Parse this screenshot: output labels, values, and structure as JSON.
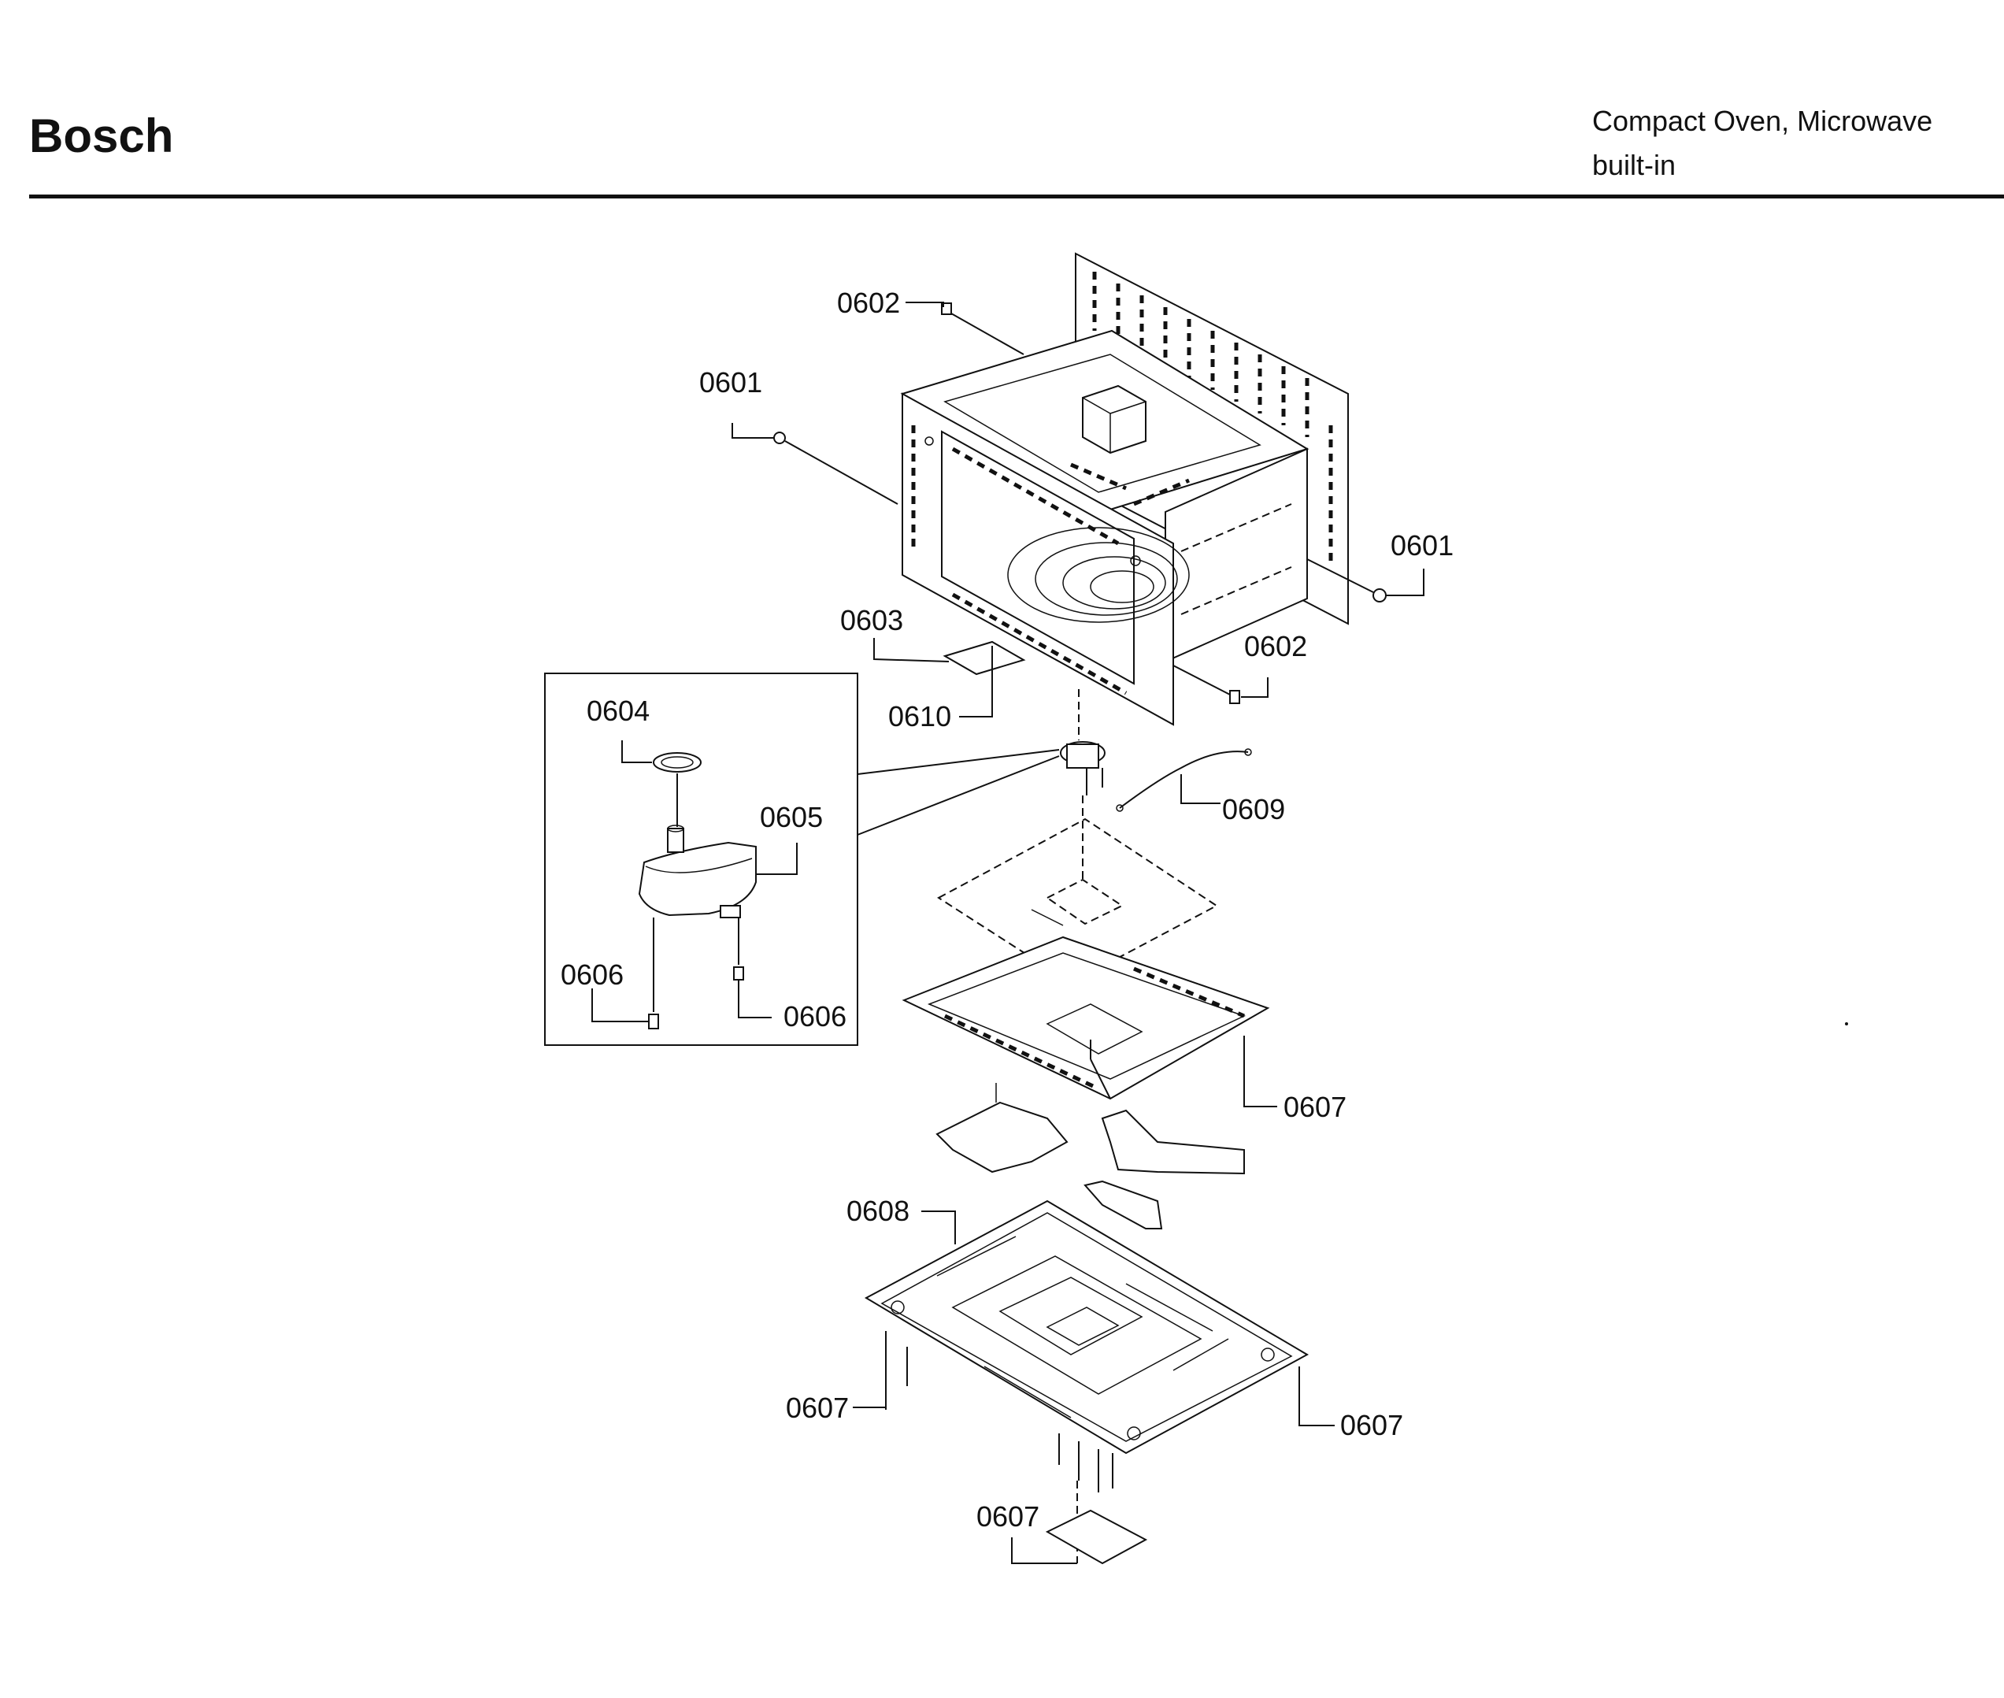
{
  "header": {
    "brand": "Bosch",
    "product_line1": "Compact Oven, Microwave",
    "product_line2": "built-in"
  },
  "callouts": {
    "c0601a": "0601",
    "c0601b": "0601",
    "c0602a": "0602",
    "c0602b": "0602",
    "c0603": "0603",
    "c0604": "0604",
    "c0605": "0605",
    "c0606a": "0606",
    "c0606b": "0606",
    "c0607a": "0607",
    "c0607b": "0607",
    "c0607c": "0607",
    "c0607d": "0607",
    "c0608": "0608",
    "c0609": "0609",
    "c0610": "0610"
  }
}
